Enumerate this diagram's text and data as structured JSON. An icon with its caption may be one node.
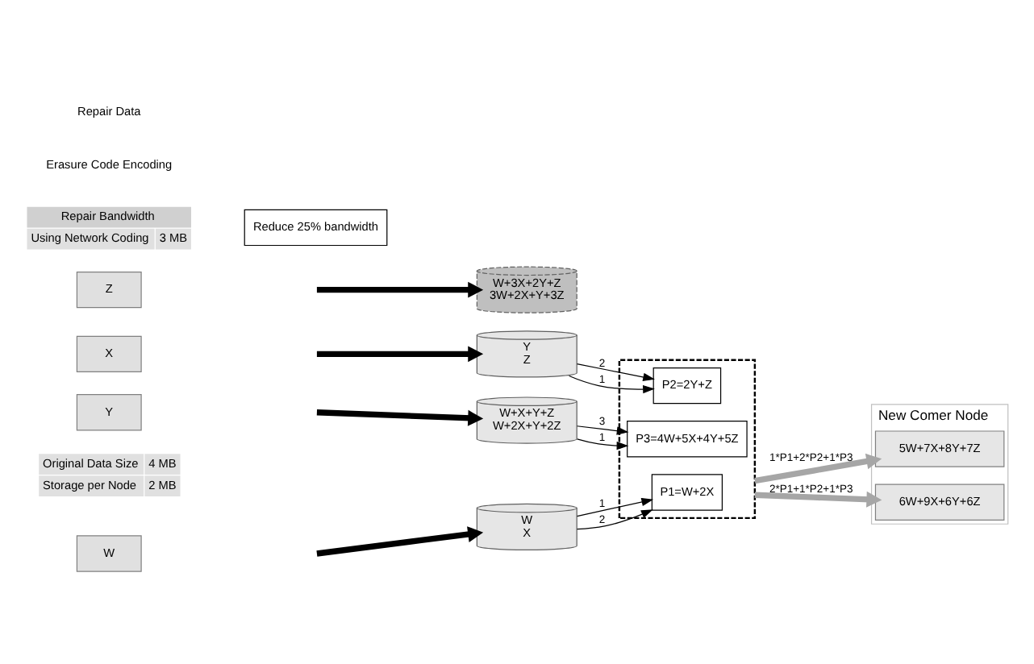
{
  "diagram": {
    "nodes": [
      {
        "text": [
          "W"
        ]
      },
      {
        "text": [
          "X"
        ]
      },
      {
        "text": [
          "Y"
        ]
      },
      {
        "text": [
          "Z"
        ]
      },
      {
        "text": [
          "W",
          "X"
        ]
      },
      {
        "text": [
          "Y",
          "Z"
        ]
      },
      {
        "text": [
          "W+X+Y+Z",
          "W+2X+Y+2Z"
        ]
      },
      {
        "text": [
          "W+3X+2Y+Z",
          "3W+2X+Y+3Z"
        ]
      },
      {
        "text": [],
        "shape": "box"
      },
      {
        "text": [
          "P1=W+2X"
        ],
        "in": 8
      },
      {
        "text": [
          "P2=2Y+Z"
        ],
        "in": 8
      },
      {
        "text": [
          "P3=4W+5X+4Y+5Z"
        ],
        "in": 8
      },
      {
        "text": [
          "Reduce 25% bandwidth"
        ]
      },
      {
        "text": [
          "New Comer Node"
        ]
      },
      {
        "text": [
          "5W+7X+8Y+7Z"
        ],
        "in": 13
      },
      {
        "text": [
          "6W+9X+6Y+6Z"
        ],
        "in": 13
      }
    ],
    "edges": [
      {
        "from": null,
        "to": 4,
        "arrow": "to",
        "style": "thick"
      },
      {
        "from": null,
        "to": 5,
        "arrow": "to",
        "style": "thick"
      },
      {
        "from": null,
        "to": 6,
        "arrow": "to",
        "style": "thick"
      },
      {
        "from": null,
        "to": 7,
        "arrow": "to",
        "style": "thick"
      },
      {
        "from": 4,
        "to": 9,
        "arrow": "to",
        "label": "1"
      },
      {
        "from": 4,
        "to": 9,
        "arrow": "to",
        "label": "2"
      },
      {
        "from": 5,
        "to": 10,
        "arrow": "to",
        "label": "2"
      },
      {
        "from": 5,
        "to": 10,
        "arrow": "to",
        "label": "1"
      },
      {
        "from": 6,
        "to": 11,
        "arrow": "to",
        "label": "3"
      },
      {
        "from": 6,
        "to": 11,
        "arrow": "to",
        "label": "1"
      },
      {
        "from": 8,
        "to": 14,
        "arrow": "to",
        "label": "1*P1+2*P2+1*P3",
        "style": "thick",
        "color": "#a6a6a6"
      },
      {
        "from": 8,
        "to": 15,
        "arrow": "to",
        "label": "2*P1+1*P2+1*P3",
        "style": "thick",
        "color": "#a6a6a6"
      }
    ],
    "labels": [
      "Original Data Size",
      "4 MB",
      "Storage per Node",
      "2 MB",
      "Repair Bandwidth",
      "Using Network Coding",
      "3 MB",
      "Erasure Code Encoding",
      "Repair Data"
    ]
  }
}
